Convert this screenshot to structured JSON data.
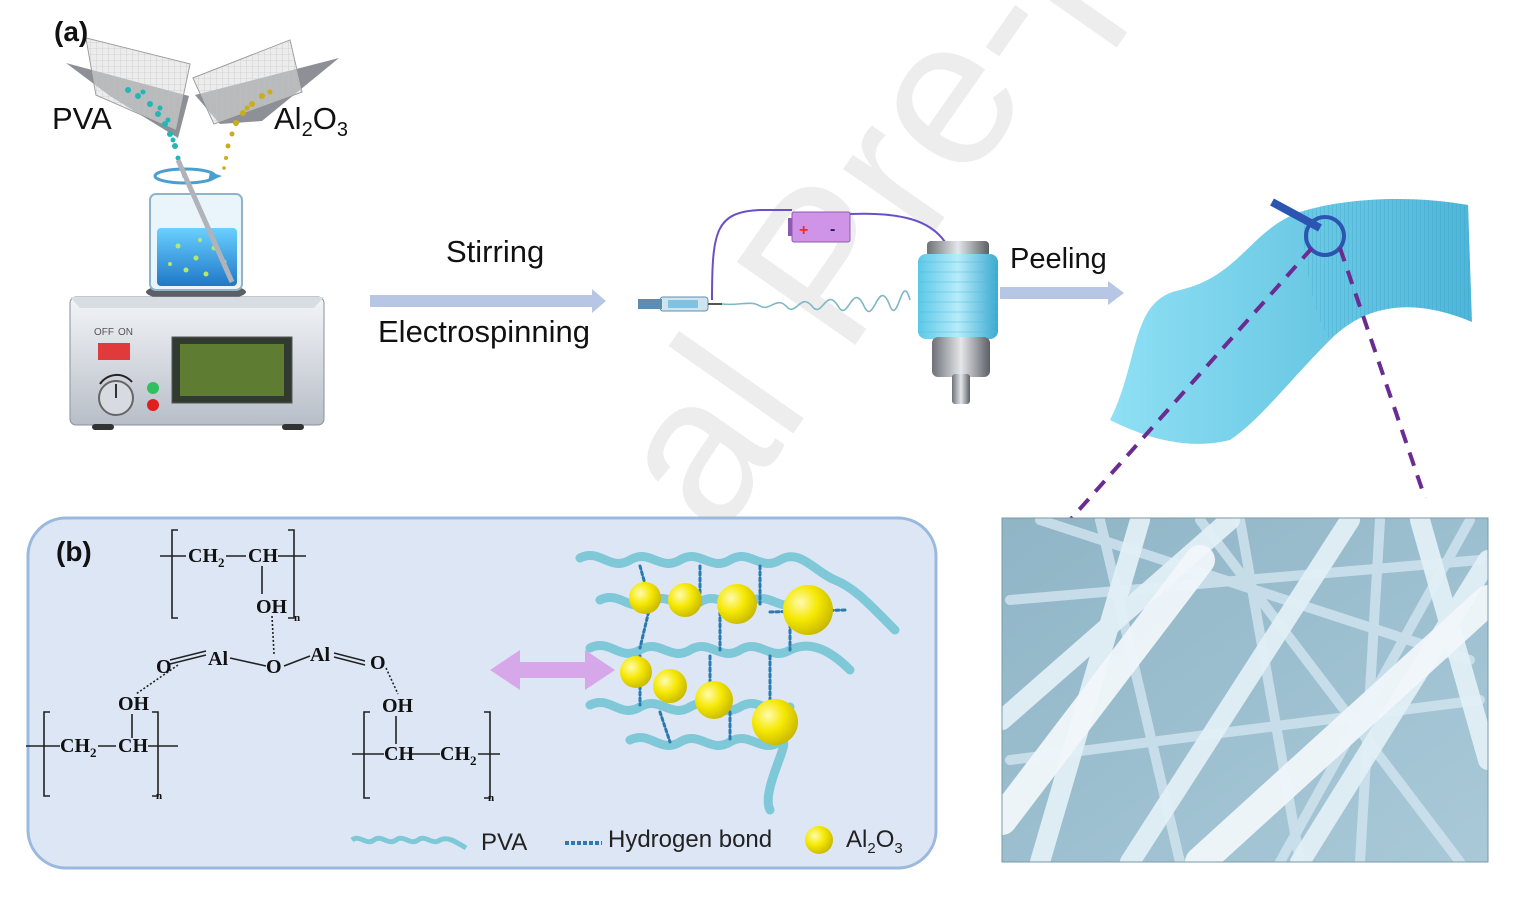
{
  "panel_a": {
    "label": "(a)",
    "pva_label": "PVA",
    "al2o3_main": "Al",
    "al2o3_sub1": "2",
    "al2o3_o": "O",
    "al2o3_sub2": "3",
    "stirring_label": "Stirring",
    "electrospinning_label": "Electrospinning",
    "peeling_label": "Peeling",
    "switch_off": "OFF",
    "switch_on": "ON",
    "battery_plus": "+",
    "battery_minus": "-"
  },
  "panel_b": {
    "label": "(b)",
    "chem": {
      "ch2": "CH",
      "ch": "CH",
      "oh": "OH",
      "n": "n",
      "o": "O",
      "al": "Al"
    },
    "legend": {
      "pva": "PVA",
      "hbond": "Hydrogen bond",
      "al2o3_main": "Al",
      "al2o3_sub1": "2",
      "al2o3_o": "O",
      "al2o3_sub2": "3"
    }
  },
  "watermark": "al Pre-proof",
  "colors": {
    "arrow": "#b8c6e6",
    "panel_bg": "#dce6f4",
    "panel_border": "#9bb9dc",
    "membrane": "#7ecfe8",
    "fiber": "#b9dbe9",
    "dash_purple": "#6a2c91",
    "al_particle": "#f2e200",
    "double_arrow": "#d6a8ea"
  }
}
